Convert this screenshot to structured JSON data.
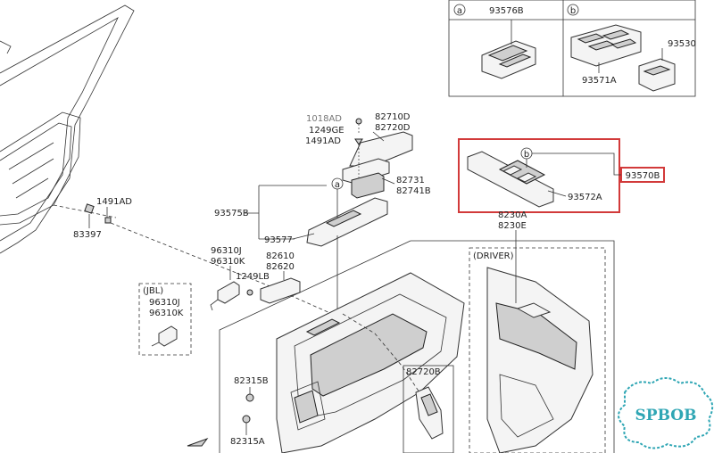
{
  "labels": {
    "l93576B": "93576B",
    "l93530": "93530",
    "l93571A": "93571A",
    "l1018AD": "1018AD",
    "l1249GE": "1249GE",
    "l1491AD_top": "1491AD",
    "l82710D": "82710D",
    "l82720D": "82720D",
    "l82731": "82731",
    "l82741B": "82741B",
    "l93575B": "93575B",
    "l93577": "93577",
    "l1491AD_left": "1491AD",
    "l83397": "83397",
    "l96310J": "96310J",
    "l96310K": "96310K",
    "l82610": "82610",
    "l82620": "82620",
    "l1249LB": "1249LB",
    "l96310J_jbl": "96310J",
    "l96310K_jbl": "96310K",
    "l93570B": "93570B",
    "l93572A": "93572A",
    "l8230A": "8230A",
    "l8230E": "8230E",
    "l82720B": "82720B",
    "l82315B": "82315B",
    "l82315A": "82315A"
  },
  "callouts": {
    "a": "a",
    "b": "b"
  },
  "groups": {
    "jbl": "(JBL)",
    "driver": "(DRIVER)"
  },
  "watermark": {
    "text": "SPBOB"
  }
}
